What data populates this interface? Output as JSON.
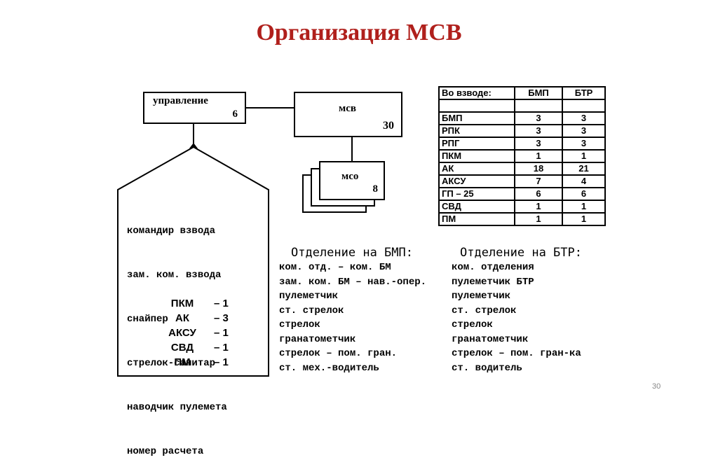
{
  "title": "Организация  МСВ",
  "upravlenie": {
    "label": "управление",
    "count": "6"
  },
  "msv": {
    "label": "мсв",
    "count": "30"
  },
  "mso": {
    "label": "мсо",
    "count": "8"
  },
  "platoon_staff": [
    "командир взвода",
    "зам. ком. взвода",
    "снайпер",
    "стрелок-санитар",
    "наводчик пулемета",
    "номер расчета"
  ],
  "weapons": [
    {
      "name": "ПКМ",
      "qty": "– 1"
    },
    {
      "name": "АК",
      "qty": "– 3"
    },
    {
      "name": "АКСУ",
      "qty": "– 1"
    },
    {
      "name": "СВД",
      "qty": "– 1"
    },
    {
      "name": "ПМ",
      "qty": "– 1"
    }
  ],
  "table": {
    "headers": [
      "Во взводе:",
      "БМП",
      "БТР"
    ],
    "rows": [
      [
        "",
        "",
        ""
      ],
      [
        "БМП",
        "3",
        "3"
      ],
      [
        "РПК",
        "3",
        "3"
      ],
      [
        "РПГ",
        "3",
        "3"
      ],
      [
        "ПКМ",
        "1",
        "1"
      ],
      [
        "АК",
        "18",
        "21"
      ],
      [
        "АКСУ",
        "7",
        "4"
      ],
      [
        "ГП – 25",
        "6",
        "6"
      ],
      [
        "СВД",
        "1",
        "1"
      ],
      [
        "ПМ",
        "1",
        "1"
      ]
    ]
  },
  "bmp_section": {
    "heading": "Отделение на БМП:",
    "items": [
      "ком. отд. – ком. БМ",
      "зам. ком. БМ – нав.-опер.",
      "пулеметчик",
      "ст. стрелок",
      "стрелок",
      "гранатометчик",
      "стрелок – пом. гран.",
      "ст. мех.-водитель"
    ]
  },
  "btr_section": {
    "heading": "Отделение на БТР:",
    "items": [
      "ком. отделения",
      "пулеметчик БТР",
      "пулеметчик",
      "ст. стрелок",
      "стрелок",
      "гранатометчик",
      "стрелок – пом. гран-ка",
      "ст. водитель"
    ]
  },
  "page_number": "30"
}
